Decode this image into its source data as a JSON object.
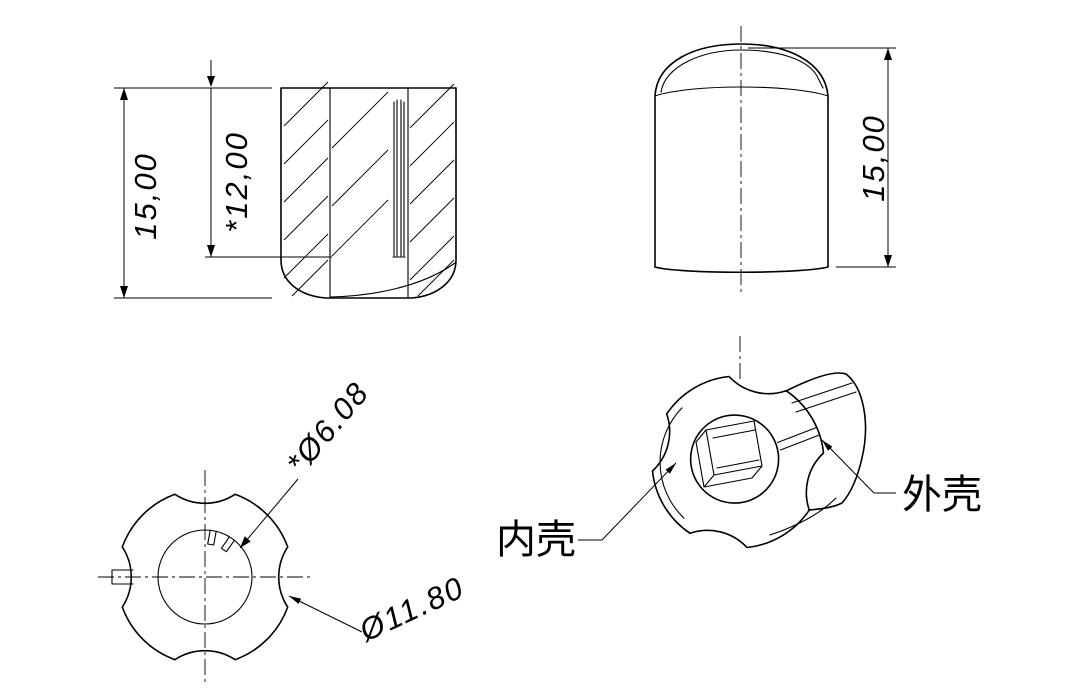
{
  "page": {
    "background_color": "#ffffff",
    "line_color": "#000000"
  },
  "drawing": {
    "section_view": {
      "dim_total_height": "15,00",
      "dim_hole_depth": "*12,00"
    },
    "side_view": {
      "dim_total_height": "15,00"
    },
    "bottom_view": {
      "dim_hole_dia": "*Ø6.08",
      "dim_inner_dia": "Ø11.80"
    },
    "iso_view": {
      "label_inner_shell": "内壳",
      "label_outer_shell": "外壳"
    }
  }
}
